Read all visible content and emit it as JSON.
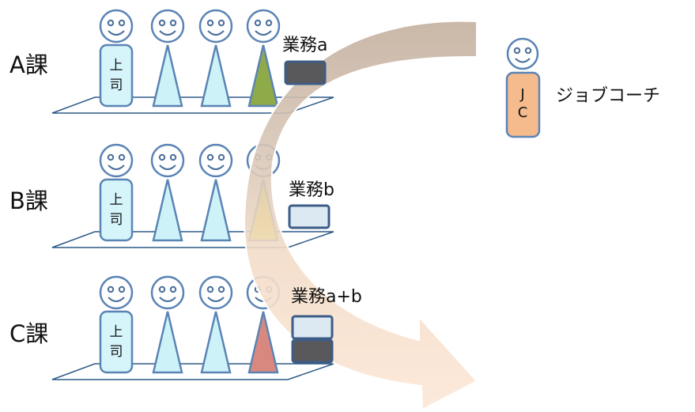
{
  "departments": [
    {
      "label": "A課",
      "boss_label": [
        "上",
        "司"
      ],
      "task_label": "業務a",
      "highlight_color": "#8faa48",
      "task_boxes": [
        "dark"
      ]
    },
    {
      "label": "B課",
      "boss_label": [
        "上",
        "司"
      ],
      "task_label": "業務b",
      "highlight_color": "#f4f000",
      "task_boxes": [
        "light"
      ]
    },
    {
      "label": "C課",
      "boss_label": [
        "上",
        "司"
      ],
      "task_label": "業務a+b",
      "highlight_color": "#d98880",
      "task_boxes": [
        "light",
        "dark"
      ]
    }
  ],
  "job_coach": {
    "badge": [
      "J",
      "C"
    ],
    "label": "ジョブコーチ"
  },
  "colors": {
    "figure_fill": "#cdf3f8",
    "figure_stroke": "#5b84b5",
    "boss_fill": "#d5f5fb",
    "coach_fill": "#f6bb8c",
    "box_dark": "#59595b",
    "box_light": "#dce9f3",
    "box_stroke": "#3d5c86",
    "arrow_upper": "#c8b8a8",
    "arrow_lower": "#fbe3cf"
  }
}
